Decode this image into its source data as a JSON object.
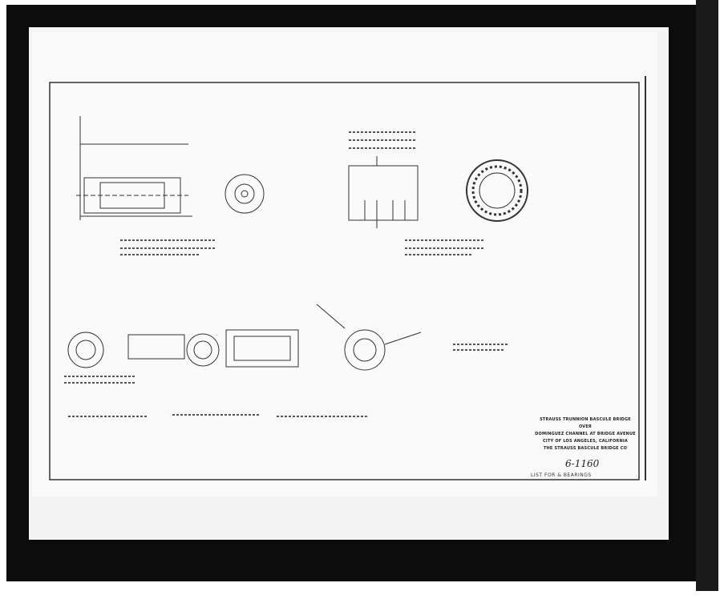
{
  "title_block": {
    "line1": "STRAUSS TRUNNION BASCULE BRIDGE",
    "line2": "OVER",
    "line3": "DOMINGUEZ CHANNEL AT BRIDGE AVENUE",
    "line4": "CITY OF LOS ANGELES, CALIFORNIA",
    "line5": "THE STRAUSS BASCULE BRIDGE CO",
    "drawing_number": "6-1160",
    "footer": "LIST FOR & BEARINGS"
  },
  "colors": {
    "frame": "#0c0c0c",
    "mat": "#f4f4f4",
    "ink": "#222222"
  }
}
